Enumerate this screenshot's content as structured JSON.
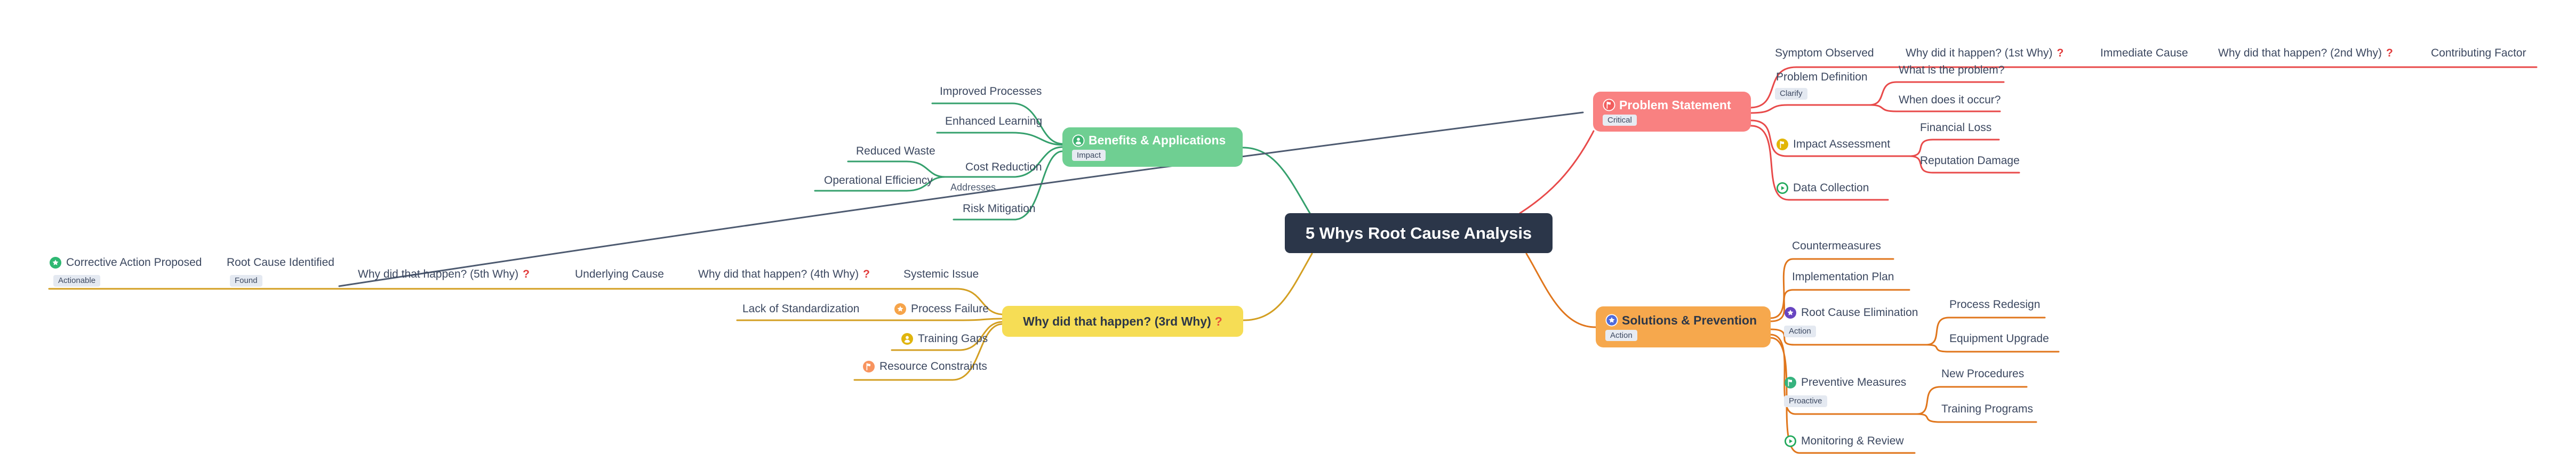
{
  "center": {
    "title": "5 Whys Root Cause Analysis"
  },
  "crosslink": {
    "label": "Addresses"
  },
  "colors": {
    "node_center": "#2b3649",
    "node_red": "#f98181",
    "node_green": "#6fcf92",
    "node_orange": "#f6a84d",
    "node_yellow": "#f6dd55",
    "branch_red": "#e84a4a",
    "branch_green": "#35a06d",
    "branch_orange": "#e0761c",
    "branch_yellow": "#d39f22",
    "crosslink": "#4d5a70",
    "question_mark": "#e23c3c",
    "badge_bg": "#e4e9f1",
    "text": "#3c4860"
  },
  "problem": {
    "title": "Problem Statement",
    "badge": "Critical",
    "icon": "flag-red-icon",
    "chain": [
      {
        "label": "Symptom Observed"
      },
      {
        "label": "Why did it happen? (1st Why)",
        "q": "?"
      },
      {
        "label": "Immediate Cause"
      },
      {
        "label": "Why did that happen? (2nd Why)",
        "q": "?"
      },
      {
        "label": "Contributing Factor"
      }
    ],
    "children": [
      {
        "label": "Problem Definition",
        "badge": "Clarify",
        "sub": [
          "What is the problem?",
          "When does it occur?"
        ]
      },
      {
        "label": "Impact Assessment",
        "icon": "flag-yellow-icon",
        "sub": [
          "Financial Loss",
          "Reputation Damage"
        ]
      },
      {
        "label": "Data Collection",
        "icon": "play-green-icon"
      }
    ]
  },
  "solutions": {
    "title": "Solutions & Prevention",
    "badge": "Action",
    "icon": "star-blue-icon",
    "children": [
      {
        "label": "Countermeasures"
      },
      {
        "label": "Implementation Plan"
      },
      {
        "label": "Root Cause Elimination",
        "badge": "Action",
        "icon": "star-purple-icon",
        "sub": [
          "Process Redesign",
          "Equipment Upgrade"
        ]
      },
      {
        "label": "Preventive Measures",
        "badge": "Proactive",
        "icon": "flag-green-icon",
        "sub": [
          "New Procedures",
          "Training Programs"
        ]
      },
      {
        "label": "Monitoring & Review",
        "icon": "play-green-icon"
      }
    ]
  },
  "benefits": {
    "title": "Benefits & Applications",
    "badge": "Impact",
    "icon": "person-green-icon",
    "children": [
      {
        "label": "Improved Processes"
      },
      {
        "label": "Enhanced Learning"
      },
      {
        "label": "Cost Reduction",
        "sub": [
          "Reduced Waste",
          "Operational Efficiency"
        ]
      },
      {
        "label": "Risk Mitigation"
      }
    ]
  },
  "why3": {
    "title": "Why did that happen? (3rd Why)",
    "q": "?",
    "chain": [
      {
        "label": "Systemic Issue"
      },
      {
        "label": "Why did that happen? (4th Why)",
        "q": "?"
      },
      {
        "label": "Underlying Cause"
      },
      {
        "label": "Why did that happen? (5th Why)",
        "q": "?"
      },
      {
        "label": "Root Cause Identified",
        "badge": "Found"
      },
      {
        "label": "Corrective Action Proposed",
        "badge": "Actionable",
        "icon": "star-green-icon"
      }
    ],
    "children": [
      {
        "label": "Process Failure",
        "icon": "star-orange-icon",
        "child": "Lack of Standardization"
      },
      {
        "label": "Training Gaps",
        "icon": "person-yellow-icon"
      },
      {
        "label": "Resource Constraints",
        "icon": "flag-orange-icon"
      }
    ]
  }
}
